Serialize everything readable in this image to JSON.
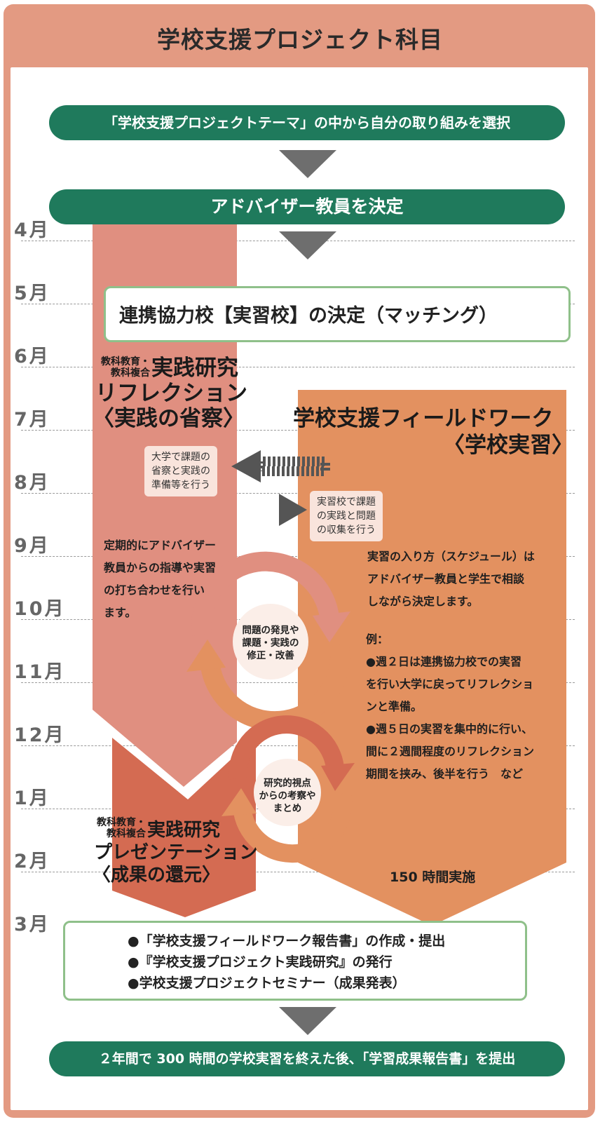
{
  "title": "学校支援プロジェクト科目",
  "steps": {
    "select_theme": "「学校支援プロジェクトテーマ」の中から自分の取り組みを選択",
    "advisor": "アドバイザー教員を決定",
    "matching": "連携協力校【実習校】の決定（マッチング）"
  },
  "months": [
    "4月",
    "5月",
    "6月",
    "7月",
    "8月",
    "9月",
    "10月",
    "11月",
    "12月",
    "1月",
    "2月",
    "3月"
  ],
  "reflection": {
    "small_1": "教科教育・",
    "small_2": "教科複合",
    "title_1": "実践研究",
    "title_2": "リフレクション",
    "title_3": "〈実践の省察〉"
  },
  "fieldwork": {
    "title_1": "学校支援フィールドワーク",
    "title_2": "〈学校実習〉"
  },
  "notes": {
    "university": [
      "大学で課題の",
      "省察と実践の",
      "準備等を行う"
    ],
    "school": [
      "実習校で課題",
      "の実践と問題",
      "の収集を行う"
    ]
  },
  "advisor_text": [
    "定期的にアドバイザー",
    "教員からの指導や実習",
    "の打ち合わせを行い",
    "ます。"
  ],
  "schedule_text": [
    "実習の入り方（スケジュール）は",
    "アドバイザー教員と学生で相談",
    "しながら決定します。"
  ],
  "example_text": [
    "例：",
    "●週２日は連携協力校での実習",
    "を行い大学に戻ってリフレクショ",
    "ンと準備。",
    "●週５日の実習を集中的に行い、",
    "間に２週間程度のリフレクション",
    "期間を挟み、後半を行う　など"
  ],
  "cycle1": [
    "問題の発見や",
    "課題・実践の",
    "修正・改善"
  ],
  "cycle2": [
    "研究的視点",
    "からの考察や",
    "まとめ"
  ],
  "presentation": {
    "small_1": "教科教育・",
    "small_2": "教科複合",
    "title_1": "実践研究",
    "title_2": "プレゼンテーション",
    "title_3": "〈成果の還元〉"
  },
  "hours": "150 時間実施",
  "final_items": [
    "●「学校支援フィールドワーク報告書」の作成・提出",
    "●『学校支援プロジェクト実践研究』の発行",
    "●学校支援プロジェクトセミナー（成果発表）"
  ],
  "bottom": "２年間で 300 時間の学校実習を終えた後、「学習成果報告書」を提出",
  "colors": {
    "frame": "#e39a82",
    "pill": "#1f7a5c",
    "reflection": "#e08f80",
    "presentation": "#d46b52",
    "fieldwork": "#e39160",
    "box_border": "#8fc08a",
    "arrow": "#6e6e6e"
  }
}
